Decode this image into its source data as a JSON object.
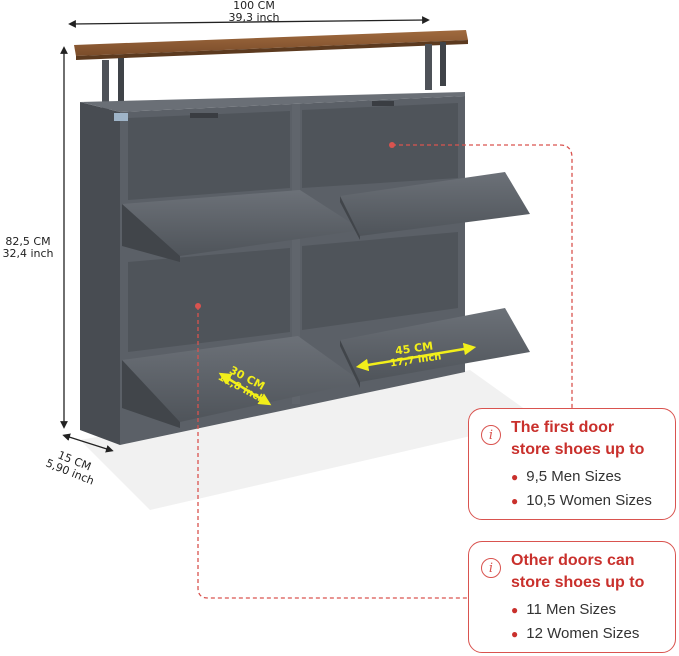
{
  "dimensions": {
    "width_cm": "100 CM",
    "width_inch": "39,3 inch",
    "height_cm": "82,5 CM",
    "height_inch": "32,4 inch",
    "depth_cm": "15 CM",
    "depth_inch": "5,90 inch",
    "tray_depth_cm": "30 CM",
    "tray_depth_inch": "11,8 inch",
    "tray_width_cm": "45 CM",
    "tray_width_inch": "17,7 inch"
  },
  "callouts": [
    {
      "heading_line1": "The first door",
      "heading_line2": "store shoes up to",
      "items": [
        "9,5 Men Sizes",
        "10,5 Women Sizes"
      ]
    },
    {
      "heading_line1": "Other doors can",
      "heading_line2": "store shoes up to",
      "items": [
        "11 Men Sizes",
        "12 Women Sizes"
      ]
    }
  ],
  "icons": {
    "info": "info-icon",
    "bullet": "bullet-dot"
  },
  "colors": {
    "cabinet": "#5b6067",
    "cabinet_dark": "#4a4e54",
    "wood_top": "#8a5a34",
    "accent_red": "#d9534f",
    "measure_yellow": "#f2ef1a"
  }
}
